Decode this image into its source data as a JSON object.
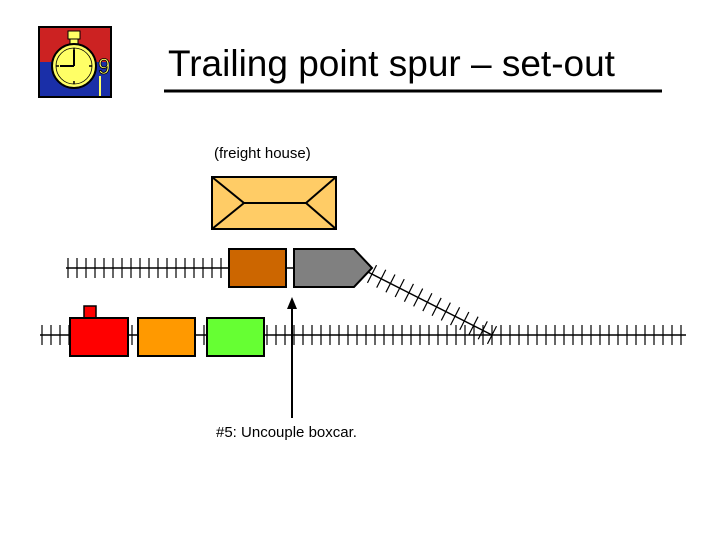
{
  "slide": {
    "title": "Trailing point spur – set-out",
    "building_label": "(freight house)",
    "step_caption": "#5:  Uncouple boxcar."
  },
  "icons": {
    "logo": "stopwatch-clock-icon"
  },
  "colors": {
    "locomotive": "#ff0000",
    "car_orange": "#ff9900",
    "car_green": "#66ff33",
    "boxcar": "#cc6600",
    "gray_car": "#808080",
    "freight_house": "#ffcc66",
    "logo_top": "#cc2222",
    "logo_bottom": "#1a2fa8",
    "clock_face": "#ffff66"
  }
}
